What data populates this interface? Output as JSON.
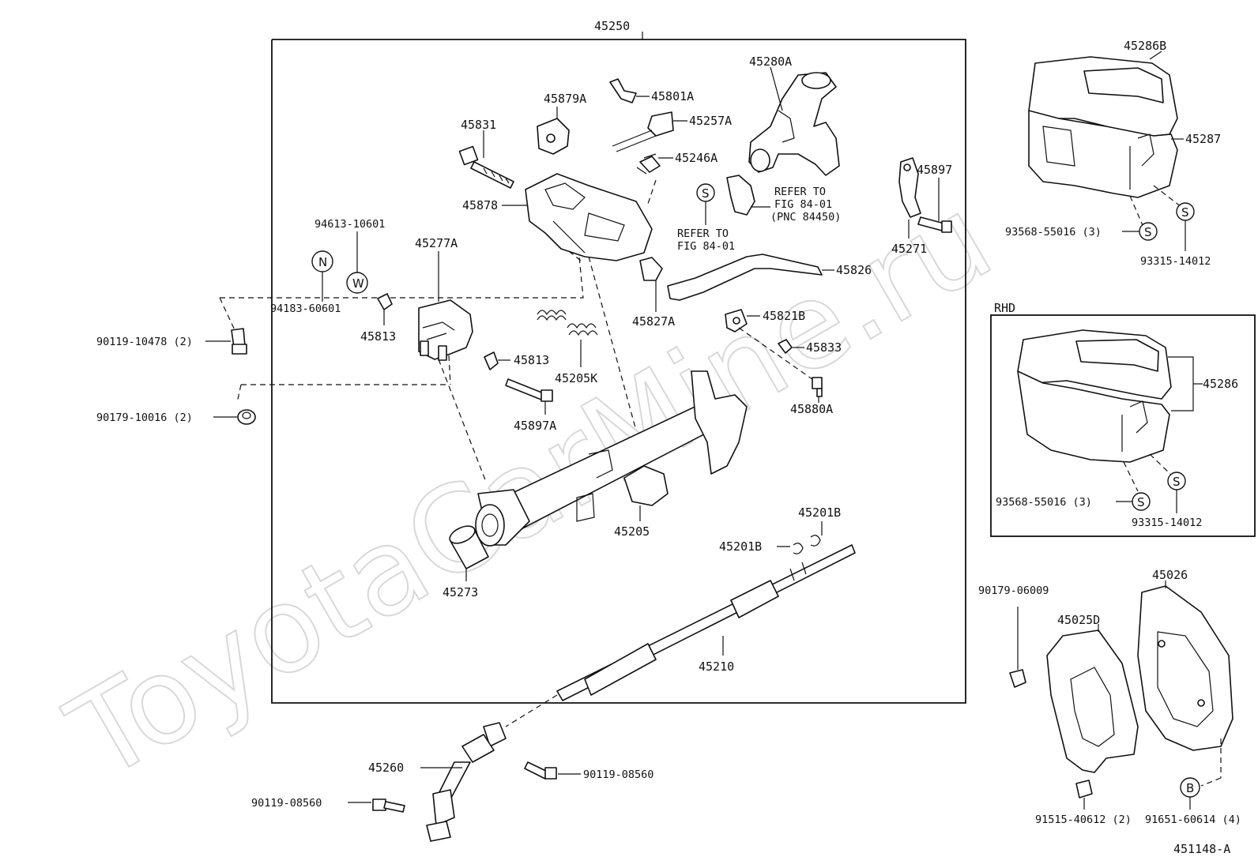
{
  "watermark": "ToyotaCarMine.ru",
  "figure_code": "451148-A",
  "frame_label": "45250",
  "rhd_label": "RHD",
  "refer_notes": {
    "note1": [
      "REFER TO",
      "FIG 84-01",
      "(PNC 84450)"
    ],
    "note2": [
      "REFER TO",
      "FIG 84-01"
    ]
  },
  "symbols": {
    "S": "S",
    "N": "N",
    "W": "W",
    "B": "B"
  },
  "parts": {
    "p45286B": "45286B",
    "p45287": "45287",
    "p93568_a": "93568-55016 (3)",
    "p93315_a": "93315-14012",
    "p45286": "45286",
    "p93568_b": "93568-55016 (3)",
    "p93315_b": "93315-14012",
    "p45280A": "45280A",
    "p45801A": "45801A",
    "p45879A": "45879A",
    "p45257A": "45257A",
    "p45831": "45831",
    "p45246A": "45246A",
    "p45878": "45878",
    "p45897": "45897",
    "p45271": "45271",
    "p94613": "94613-10601",
    "p94183": "94183-60601",
    "p45277A": "45277A",
    "p45826": "45826",
    "p45827A": "45827A",
    "p45821B": "45821B",
    "p45833": "45833",
    "p45813_a": "45813",
    "p45813_b": "45813",
    "p45205K": "45205K",
    "p45897A": "45897A",
    "p45880A": "45880A",
    "p90119_10478": "90119-10478 (2)",
    "p90179_10016": "90179-10016 (2)",
    "p45205": "45205",
    "p45201B_a": "45201B",
    "p45201B_b": "45201B",
    "p45273": "45273",
    "p45210": "45210",
    "p45260": "45260",
    "p90119_08560_a": "90119-08560",
    "p90119_08560_b": "90119-08560",
    "p90179_06009": "90179-06009",
    "p45025D": "45025D",
    "p45026": "45026",
    "p91515": "91515-40612 (2)",
    "p91651": "91651-60614 (4)"
  }
}
